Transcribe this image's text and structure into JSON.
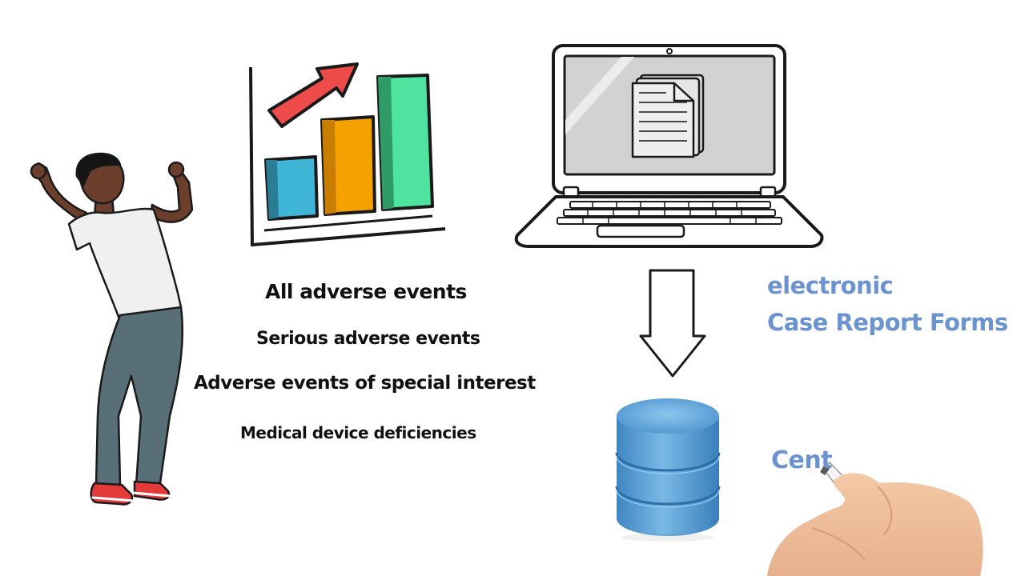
{
  "events": {
    "all": "All adverse events",
    "serious": "Serious adverse events",
    "special": "Adverse events of special interest",
    "device": "Medical device deficiencies"
  },
  "ecrf": {
    "line1": "electronic",
    "line2": "Case Report Forms"
  },
  "partial_word": "Cent",
  "colors": {
    "label_blue": "#6a93cf",
    "bar_blue": "#3fb6d6",
    "bar_orange": "#f5a200",
    "bar_green": "#4fe3a0",
    "arrow_red": "#ee4b4b",
    "db_blue": "#5fa3d6"
  },
  "icons": {
    "person": "cheering-person-icon",
    "chart": "growth-bar-chart-icon",
    "laptop": "laptop-with-document-icon",
    "arrow": "down-arrow-icon",
    "database": "database-icon",
    "hand": "hand-with-marker-icon"
  }
}
